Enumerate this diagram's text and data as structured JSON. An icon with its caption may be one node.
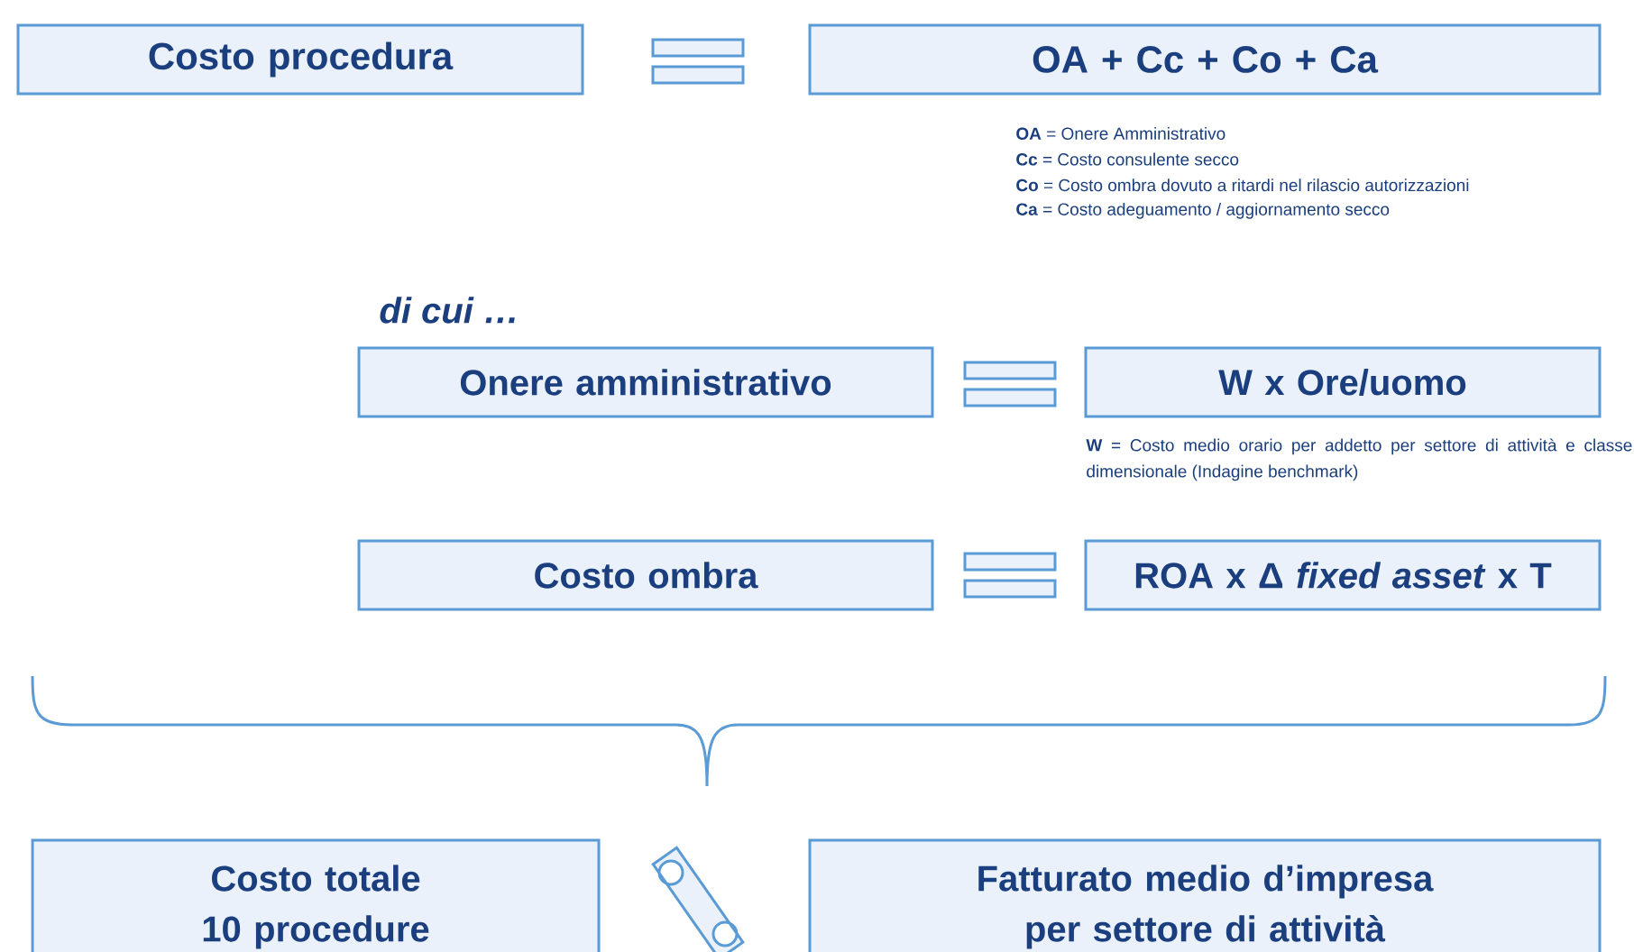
{
  "diagram": {
    "nodes": [
      {
        "text": [
          "Costo procedura"
        ]
      },
      {
        "text": [
          "OA + Cc + Co + Ca"
        ]
      },
      {
        "text": [
          "Onere amministrativo"
        ]
      },
      {
        "text": [
          "W x Ore/uomo"
        ]
      },
      {
        "text": [
          "Costo ombra"
        ]
      },
      {
        "text": [
          "ROA x Δ *fixed asset* x T"
        ]
      },
      {
        "text": [
          "Costo totale 10 procedure"
        ]
      },
      {
        "text": [
          "Fatturato medio d’impresa per settore di attività"
        ]
      }
    ],
    "labels": [
      "di cui …",
      "**OA** = Onere Amministrativo",
      "**Cc** = Costo consulente secco",
      "**Co** = Costo ombra dovuto a ritardi nel rilascio autorizzazioni",
      "**Ca** = Costo adeguamento / aggiornamento secco",
      "**W** = Costo medio orario per addetto per settore di attività e classe dimensionale (Indagine benchmark)"
    ]
  }
}
